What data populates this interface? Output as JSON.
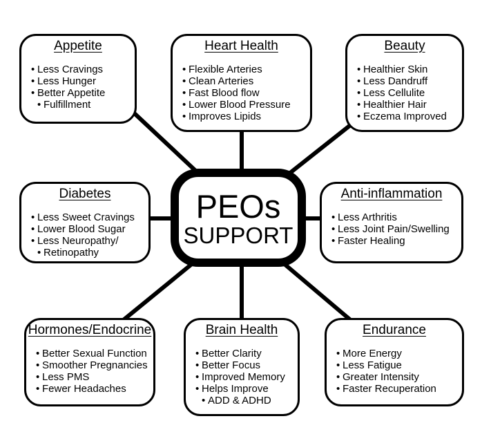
{
  "center": {
    "line1": "PEOs",
    "line2": "SUPPORT"
  },
  "boxes": [
    {
      "id": "appetite",
      "title": "Appetite",
      "items": [
        "Less Cravings",
        "Less Hunger",
        "Better Appetite",
        "Fulfillment"
      ]
    },
    {
      "id": "heart-health",
      "title": "Heart Health",
      "items": [
        "Flexible Arteries",
        "Clean Arteries",
        "Fast Blood flow",
        "Lower Blood Pressure",
        "Improves Lipids"
      ]
    },
    {
      "id": "beauty",
      "title": "Beauty",
      "items": [
        "Healthier Skin",
        "Less Dandruff",
        "Less Cellulite",
        "Healthier Hair",
        "Eczema Improved"
      ]
    },
    {
      "id": "diabetes",
      "title": "Diabetes",
      "items": [
        "Less Sweet Cravings",
        "Lower Blood Sugar",
        "Less Neuropathy/",
        "Retinopathy"
      ]
    },
    {
      "id": "anti-inflammation",
      "title": "Anti-inflammation",
      "items": [
        "Less Arthritis",
        "Less Joint Pain/Swelling",
        "Faster Healing"
      ]
    },
    {
      "id": "hormones-endocrine",
      "title": "Hormones/Endocrine",
      "items": [
        "Better Sexual Function",
        "Smoother Pregnancies",
        "Less PMS",
        "Fewer Headaches"
      ]
    },
    {
      "id": "brain-health",
      "title": "Brain Health",
      "items": [
        "Better Clarity",
        "Better Focus",
        "Improved Memory",
        "Helps Improve",
        "ADD & ADHD"
      ]
    },
    {
      "id": "endurance",
      "title": "Endurance",
      "items": [
        "More Energy",
        "Less Fatigue",
        "Greater Intensity",
        "Faster Recuperation"
      ]
    }
  ]
}
